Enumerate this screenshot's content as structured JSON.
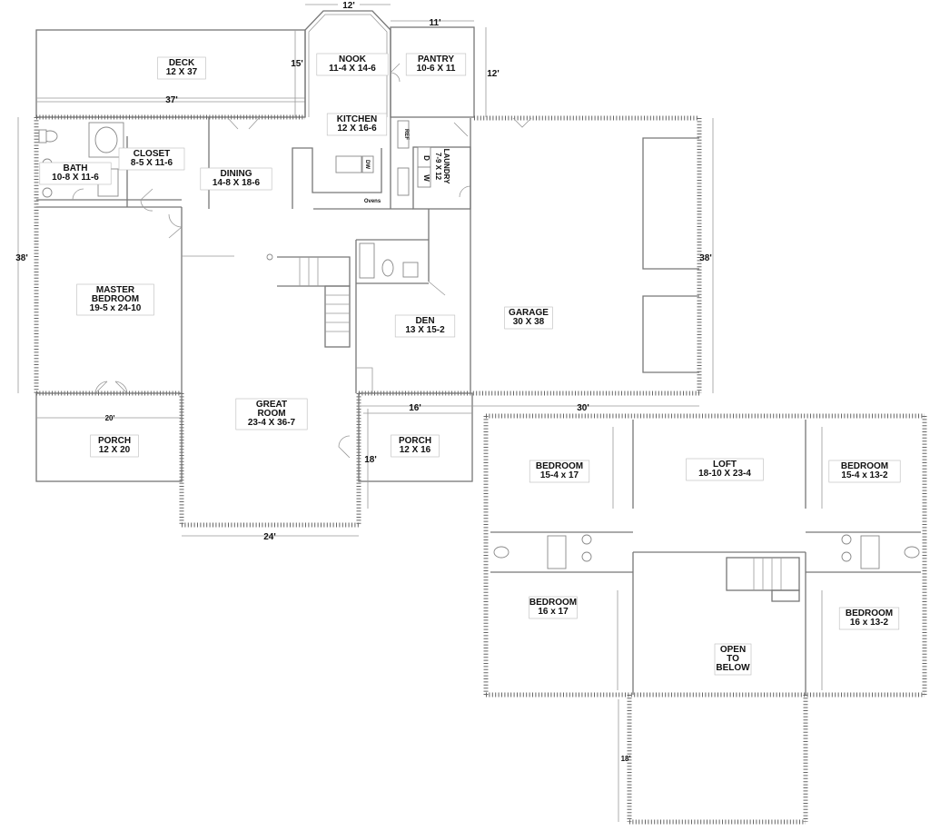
{
  "main_floor_rooms": [
    {
      "id": "deck",
      "name": "DECK",
      "size": "12 X 37"
    },
    {
      "id": "nook",
      "name": "NOOK",
      "size": "11-4 X 14-6"
    },
    {
      "id": "pantry",
      "name": "PANTRY",
      "size": "10-6 X 11"
    },
    {
      "id": "kitchen",
      "name": "KITCHEN",
      "size": "12 X 16-6"
    },
    {
      "id": "laundry",
      "name": "LAUNDRY",
      "size": "7-9 X 12"
    },
    {
      "id": "closet",
      "name": "CLOSET",
      "size": "8-5 X 11-6"
    },
    {
      "id": "bath",
      "name": "BATH",
      "size": "10-8 X 11-6"
    },
    {
      "id": "dining",
      "name": "DINING",
      "size": "14-8 X 18-6"
    },
    {
      "id": "master",
      "name": "MASTER BEDROOM",
      "size": "19-5 x 24-10"
    },
    {
      "id": "den",
      "name": "DEN",
      "size": "13 X 15-2"
    },
    {
      "id": "garage",
      "name": "GARAGE",
      "size": "30 X 38"
    },
    {
      "id": "great",
      "name": "GREAT ROOM",
      "size": "23-4 X 36-7"
    },
    {
      "id": "porch_left",
      "name": "PORCH",
      "size": "12 X 20"
    },
    {
      "id": "porch_right",
      "name": "PORCH",
      "size": "12 X 16"
    }
  ],
  "upper_floor_rooms": [
    {
      "id": "bed_nw",
      "name": "BEDROOM",
      "size": "15-4 x 17"
    },
    {
      "id": "loft",
      "name": "LOFT",
      "size": "18-10 X 23-4"
    },
    {
      "id": "bed_ne",
      "name": "BEDROOM",
      "size": "15-4 x 13-2"
    },
    {
      "id": "bed_sw",
      "name": "BEDROOM",
      "size": "16 x 17"
    },
    {
      "id": "bed_se",
      "name": "BEDROOM",
      "size": "16 x 13-2"
    },
    {
      "id": "open",
      "name": "OPEN TO BELOW",
      "size": ""
    }
  ],
  "dimensions": {
    "nook_width": "12'",
    "pantry_width": "11'",
    "deck_depth": "15'",
    "pantry_depth": "12'",
    "deck_length": "37'",
    "left_depth": "38'",
    "garage_depth": "38'",
    "porch_left_width": "20'",
    "porch_right_width": "16'",
    "garage_width": "30'",
    "great_room_depth": "18'",
    "great_room_width": "24'",
    "upper_porch_depth": "18'"
  },
  "fixture_labels": {
    "ref": "REF",
    "dw": "DW",
    "ovens": "Ovens",
    "dryer": "D",
    "washer": "W"
  }
}
